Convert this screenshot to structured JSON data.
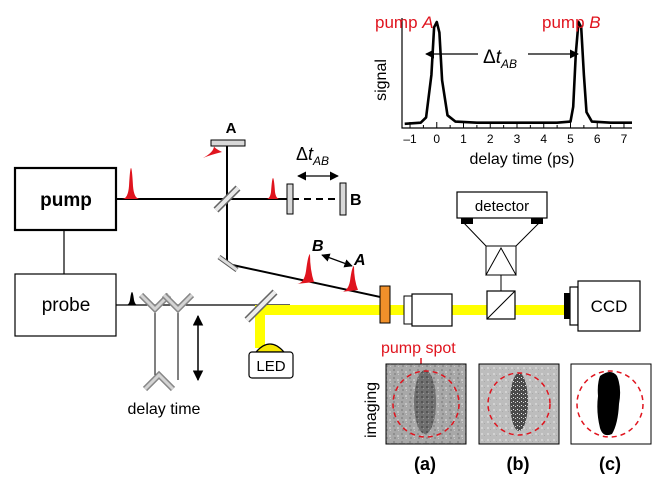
{
  "boxes": {
    "pump": "pump",
    "probe": "probe",
    "detector": "detector",
    "ccd": "CCD",
    "led": "LED"
  },
  "mirror_labels": {
    "a": "A",
    "b": "B"
  },
  "delay": {
    "dt_symbol": "Δ",
    "dt_var": "t",
    "dt_sub": "AB",
    "delay_time": "delay time"
  },
  "beam_labels": {
    "b": "B",
    "a": "A"
  },
  "inset": {
    "pump_a_prefix": "pump ",
    "pump_a_letter": "A",
    "pump_b_prefix": "pump ",
    "pump_b_letter": "B",
    "ylabel": "signal",
    "xlabel": "delay time (ps)",
    "ticks": [
      "–1",
      "0",
      "1",
      "2",
      "3",
      "4",
      "5",
      "6",
      "7"
    ]
  },
  "imaging": {
    "label": "imaging",
    "pump_spot": "pump spot",
    "panels": [
      "(a)",
      "(b)",
      "(c)"
    ]
  },
  "colors": {
    "red": "#e0141e",
    "yellow": "#ffff00",
    "orange": "#f0902a",
    "led_yellow": "#f5e600"
  },
  "chart_data": {
    "type": "line",
    "xlabel": "delay time (ps)",
    "ylabel": "signal",
    "xlim": [
      -1.3,
      7.3
    ],
    "ylim": [
      0,
      1
    ],
    "annotations": [
      "pump A",
      "pump B",
      "ΔtAB"
    ],
    "series": [
      {
        "x": [
          -1.2,
          -0.6,
          -0.4,
          -0.2,
          -0.1,
          0.0,
          0.1,
          0.2,
          0.4,
          0.7,
          1.5,
          3.0,
          4.5,
          5.0,
          5.1,
          5.2,
          5.3,
          5.4,
          5.5,
          5.6,
          5.8,
          6.5,
          7.3
        ],
        "values": [
          0.04,
          0.05,
          0.1,
          0.5,
          0.95,
          1.0,
          0.9,
          0.45,
          0.12,
          0.06,
          0.05,
          0.05,
          0.05,
          0.06,
          0.2,
          0.7,
          1.0,
          0.95,
          0.5,
          0.15,
          0.06,
          0.05,
          0.05
        ]
      }
    ]
  }
}
